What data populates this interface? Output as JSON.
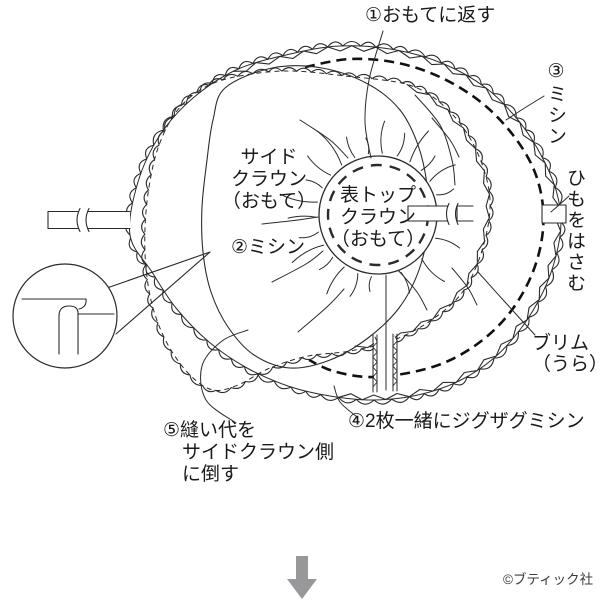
{
  "diagram": {
    "steps": {
      "step1": "①おもてに返す",
      "step2": "②ミシン",
      "step3": "③ミシン",
      "step4": "④2枚一緒にジグザグミシン",
      "step5": [
        "⑤縫い代を",
        "サイドクラウン側",
        "に倒す"
      ]
    },
    "labels": {
      "cord": "ひもをはさむ",
      "side_crown": [
        "サイド",
        "クラウン",
        "（おもて）"
      ],
      "top_crown": [
        "表トップ",
        "クラウン",
        "（おもて）"
      ],
      "brim": [
        "ブリム",
        "（うら）"
      ]
    },
    "footer": {
      "copyright": "©ブティック社"
    },
    "colors": {
      "line": "#2b2b2b",
      "dash": "#111111",
      "arrow": "#98989b",
      "background": "#ffffff"
    }
  }
}
